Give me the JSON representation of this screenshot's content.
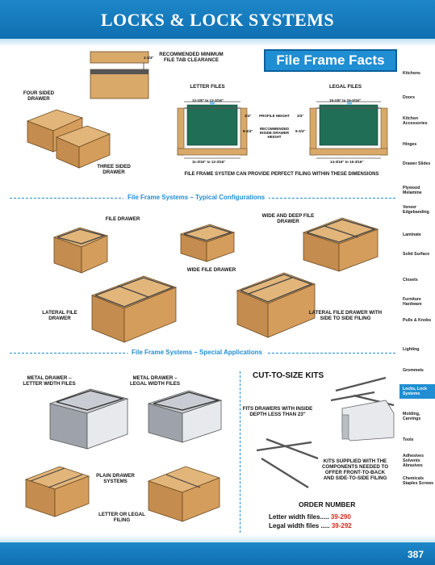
{
  "header": {
    "title": "LOCKS & LOCK SYSTEMS"
  },
  "facts_box": {
    "label": "File Frame Facts"
  },
  "clearance": {
    "label": "RECOMMENDED MINIMUM FILE TAB CLEARANCE",
    "dim": "1-1/4\""
  },
  "drawers": {
    "four_sided": "FOUR SIDED DRAWER",
    "three_sided": "THREE SIDED DRAWER"
  },
  "letter_diagram": {
    "title": "LETTER FILES",
    "top_dim": "12-1/8\" to 12-3/16\"",
    "bottom_dim": "11-3/16\" to 12-3/16\"",
    "side_dim": "9-3/4\"",
    "profile_dim": "3/4\"",
    "profile_label": "PROFILE HEIGHT",
    "inside_label": "RECOMMENDED INSIDE DRAWER HEIGHT"
  },
  "legal_diagram": {
    "title": "LEGAL FILES",
    "top_dim": "15-1/8\" to 15-3/16\"",
    "bottom_dim": "14-3/16\" to 15-3/16\"",
    "side_dim": "9-3/4\"",
    "profile_dim": "3/4\""
  },
  "caption": "FILE FRAME SYSTEM CAN PROVIDE PERFECT FILING WITHIN THESE DIMENSIONS",
  "typical": {
    "title": "File Frame Systems – Typical Configurations",
    "file_drawer": "FILE DRAWER",
    "wide_file_drawer": "WIDE FILE DRAWER",
    "wide_deep": "WIDE AND DEEP FILE DRAWER",
    "lateral": "LATERAL FILE DRAWER",
    "lateral_side": "LATERAL FILE DRAWER WITH SIDE TO SIDE FILING"
  },
  "special": {
    "title": "File Frame Systems – Special Applications",
    "metal_letter": "METAL DRAWER – LETTER WIDTH FILES",
    "metal_legal": "METAL DRAWER – LEGAL WIDTH FILES",
    "plain": "PLAIN DRAWER SYSTEMS",
    "letter_or_legal": "LETTER OR LEGAL FILING"
  },
  "kits": {
    "title": "CUT-TO-SIZE KITS",
    "fits": "FITS DRAWERS WITH INSIDE DEPTH LESS THAN 23\"",
    "supplied": "KITS SUPPLIED WITH THE COMPONENTS NEEDED TO OFFER FRONT-TO-BACK AND SIDE-TO-SIDE FILING"
  },
  "order": {
    "title": "ORDER NUMBER",
    "letter_label": "Letter width files.....",
    "letter_num": "39-290",
    "legal_label": "Legal width files .....",
    "legal_num": "39-292"
  },
  "sidebar": [
    "Kitchens",
    "Doors",
    "Kitchen Accessories",
    "Hinges",
    "Drawer Slides",
    "Plywood Melamine",
    "Veneer Edgebanding",
    "Laminate",
    "Solid Surface",
    "Closets",
    "Furniture Hardware",
    "Pulls & Knobs",
    "Lighting",
    "Grommets",
    "Locks, Lock Systems",
    "Molding, Carvings",
    "Tools",
    "Adhesives Solvents Abrasives",
    "Chemicals Staples Screws"
  ],
  "page_number": "387",
  "colors": {
    "brand_blue": "#1f8ed2",
    "order_red": "#d9261c"
  }
}
